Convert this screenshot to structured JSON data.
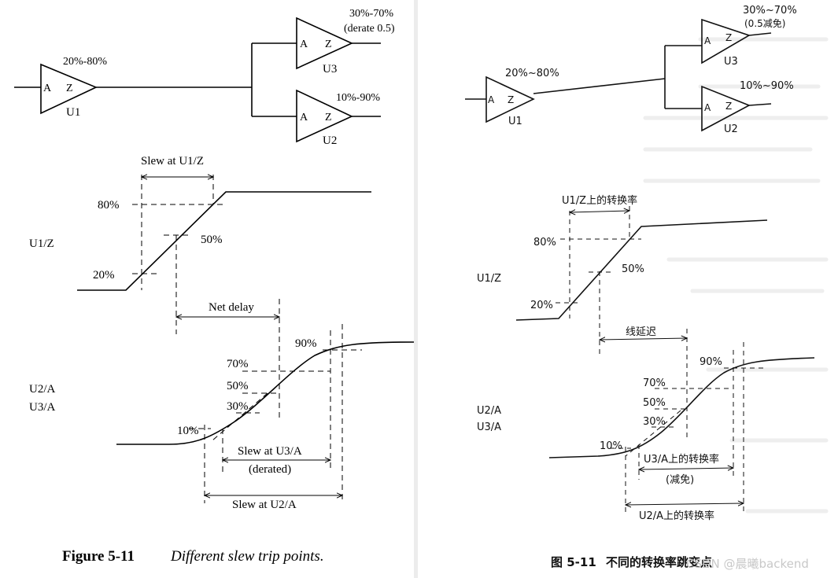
{
  "left": {
    "buffers": {
      "u1": {
        "in": "A",
        "out": "Z",
        "name": "U1",
        "range": "20%-80%"
      },
      "u3": {
        "in": "A",
        "out": "Z",
        "name": "U3",
        "range": "30%-70%",
        "note": "(derate 0.5)"
      },
      "u2": {
        "in": "A",
        "out": "Z",
        "name": "U2",
        "range": "10%-90%"
      }
    },
    "slew_u1z": "Slew at U1/Z",
    "levels_top": {
      "p80": "80%",
      "p50": "50%",
      "p20": "20%"
    },
    "signal_top": "U1/Z",
    "net_delay": "Net delay",
    "levels_bottom": {
      "p90": "90%",
      "p70": "70%",
      "p50": "50%",
      "p30": "30%",
      "p10": "10%"
    },
    "signal_bottom_1": "U2/A",
    "signal_bottom_2": "U3/A",
    "slew_u3a": "Slew at U3/A",
    "slew_u3a_note": "(derated)",
    "slew_u2a": "Slew at U2/A",
    "caption_num": "Figure 5-11",
    "caption_text": "Different slew trip points."
  },
  "right": {
    "buffers": {
      "u1": {
        "in": "A",
        "out": "Z",
        "name": "U1",
        "range": "20%~80%"
      },
      "u3": {
        "in": "A",
        "out": "Z",
        "name": "U3",
        "range": "30%~70%",
        "note": "(0.5减免)"
      },
      "u2": {
        "in": "A",
        "out": "Z",
        "name": "U2",
        "range": "10%~90%"
      }
    },
    "slew_u1z": "U1/Z上的转换率",
    "levels_top": {
      "p80": "80%",
      "p50": "50%",
      "p20": "20%"
    },
    "signal_top": "U1/Z",
    "net_delay": "线延迟",
    "levels_bottom": {
      "p90": "90%",
      "p70": "70%",
      "p50": "50%",
      "p30": "30%",
      "p10": "10%"
    },
    "signal_bottom_1": "U2/A",
    "signal_bottom_2": "U3/A",
    "slew_u3a": "U3/A上的转换率",
    "slew_u3a_note": "(减免)",
    "slew_u2a": "U2/A上的转换率",
    "caption_num": "图 5-11",
    "caption_text": "不同的转换率跳变点"
  },
  "watermark": "CSDN @晨曦backend"
}
